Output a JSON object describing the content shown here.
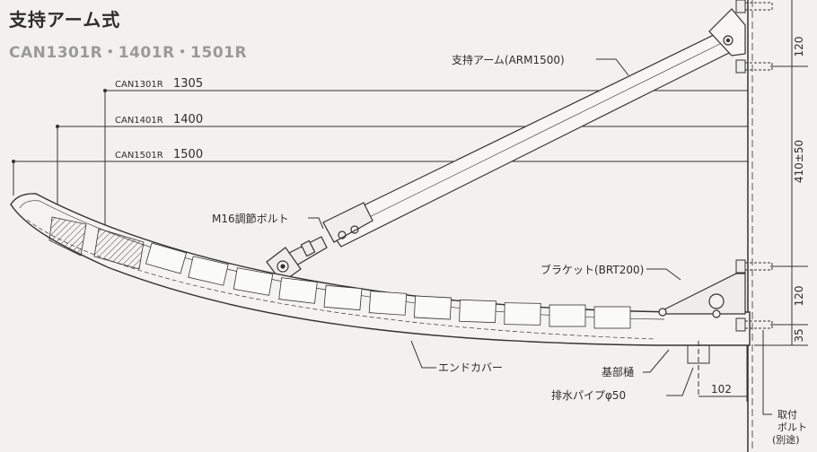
{
  "title": "支持アーム式",
  "subtitle": "CAN1301R・1401R・1501R",
  "lengths": [
    {
      "model": "CAN1301R",
      "value": "1305"
    },
    {
      "model": "CAN1401R",
      "value": "1400"
    },
    {
      "model": "CAN1501R",
      "value": "1500"
    }
  ],
  "callouts": {
    "arm": "支持アーム(ARM1500)",
    "bolt": "M16調節ボルト",
    "bracket": "ブラケット(BRT200)",
    "endcover": "エンドカバー",
    "base": "基部樋",
    "drain": "排水パイプφ50",
    "mount_line1": "取付",
    "mount_line2": "ボルト",
    "mount_line3": "(別途)"
  },
  "dims": {
    "top_gap": "120",
    "bolt_span": "410±50",
    "lower_gap": "120",
    "bottom": "35",
    "drain_offset": "102"
  }
}
